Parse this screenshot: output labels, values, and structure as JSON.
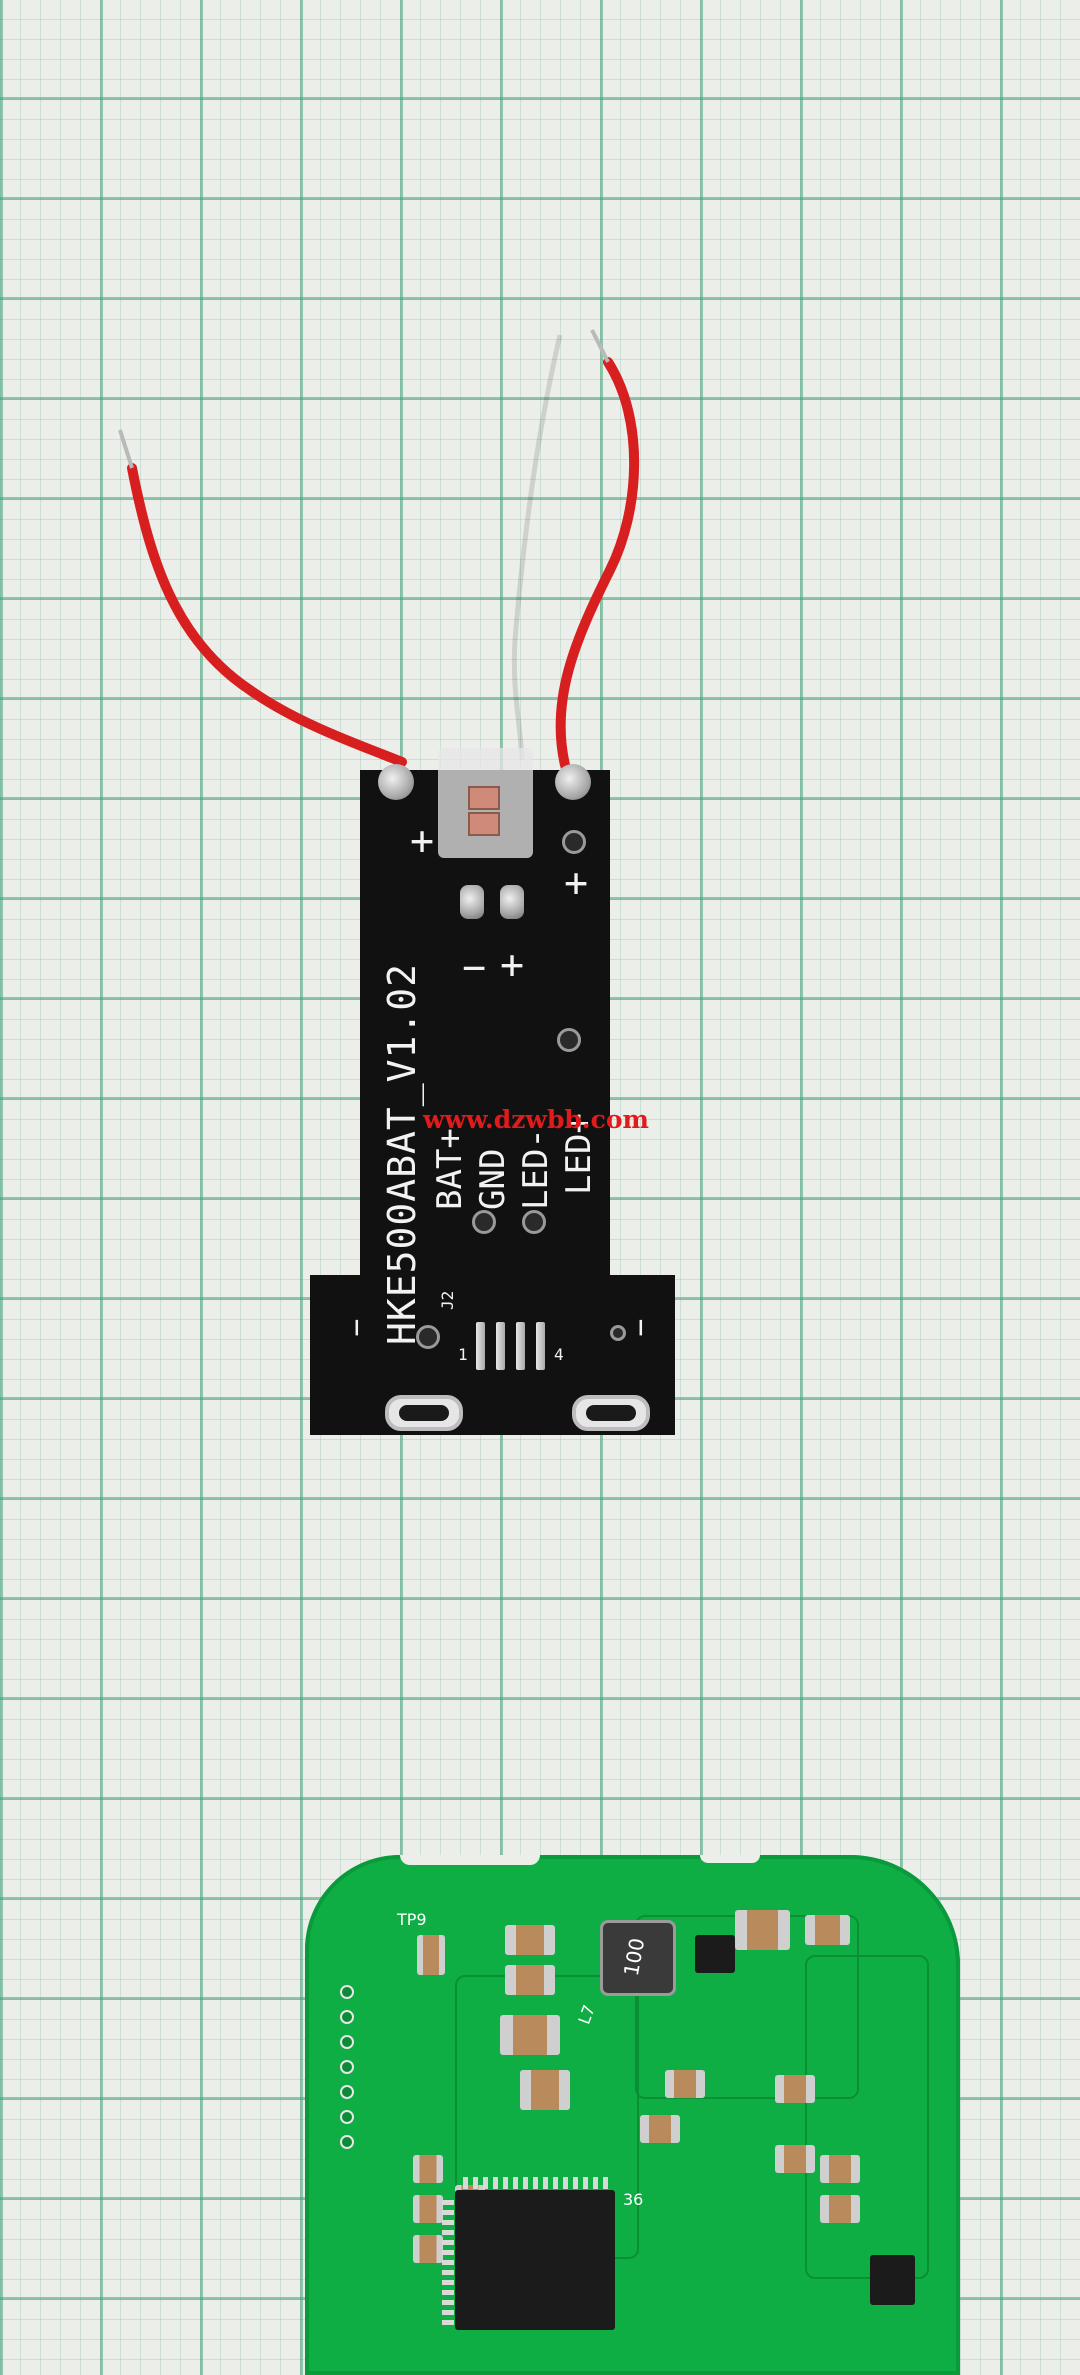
{
  "scene": {
    "subject": "battery board with LED and red wires on graph paper",
    "background": "green grid graph paper"
  },
  "black_board": {
    "model_label": "HKE500ABAT_V1.02",
    "pin_labels": [
      "BAT+",
      "GND",
      "LED-",
      "LED+"
    ],
    "plus_left": "+",
    "plus_right": "+",
    "led_minus": "−",
    "led_plus": "+",
    "j2_label": "J2",
    "pin1_label": "1",
    "pin4_label": "4",
    "minus_left": "−",
    "minus_right": "−"
  },
  "watermark": "www.dzwbb.com",
  "green_board": {
    "tp_label": "TP9",
    "inductor_label": "100",
    "chip_pin_label": "36",
    "ref_label": "L7"
  },
  "colors": {
    "wire": "#d81f1f",
    "pcb_black": "#111111",
    "pcb_green": "#0fae45",
    "watermark": "#e11b1b"
  }
}
